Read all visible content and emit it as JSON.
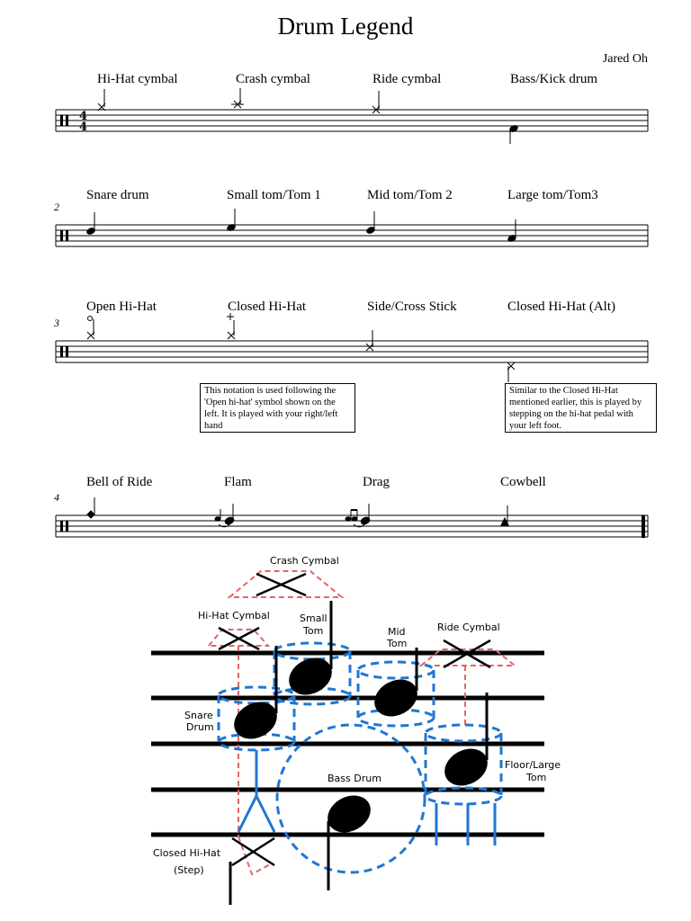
{
  "document": {
    "title": "Drum Legend",
    "composer": "Jared Oh"
  },
  "systems": [
    {
      "measure": "",
      "labels": [
        "Hi-Hat cymbal",
        "Crash cymbal",
        "Ride cymbal",
        "Bass/Kick drum"
      ],
      "time_signature": "4/4"
    },
    {
      "measure": "2",
      "labels": [
        "Snare drum",
        "Small tom/Tom 1",
        "Mid tom/Tom 2",
        "Large tom/Tom3"
      ]
    },
    {
      "measure": "3",
      "labels": [
        "Open Hi-Hat",
        "Closed Hi-Hat",
        "Side/Cross Stick",
        "Closed Hi-Hat (Alt)"
      ],
      "notes": [
        "This notation is used following the 'Open hi-hat' symbol shown on the left. It is played with your right/left hand",
        "Similar to the Closed Hi-Hat mentioned earlier, this is played by stepping on the hi-hat pedal with your left foot."
      ]
    },
    {
      "measure": "4",
      "labels": [
        "Bell of Ride",
        "Flam",
        "Drag",
        "Cowbell"
      ]
    }
  ],
  "diagram": {
    "labels": {
      "crash": "Crash Cymbal",
      "hihat": "Hi-Hat Cymbal",
      "small_tom_1": "Small",
      "small_tom_2": "Tom",
      "mid_tom_1": "Mid",
      "mid_tom_2": "Tom",
      "ride": "Ride Cymbal",
      "snare_1": "Snare",
      "snare_2": "Drum",
      "bass": "Bass Drum",
      "floor_1": "Floor/Large",
      "floor_2": "Tom",
      "hh_step_1": "Closed Hi-Hat",
      "hh_step_2": "(Step)"
    },
    "colors": {
      "drum_outline": "#1f77d4",
      "cymbal_outline": "#e06666",
      "ink": "#000000"
    }
  }
}
